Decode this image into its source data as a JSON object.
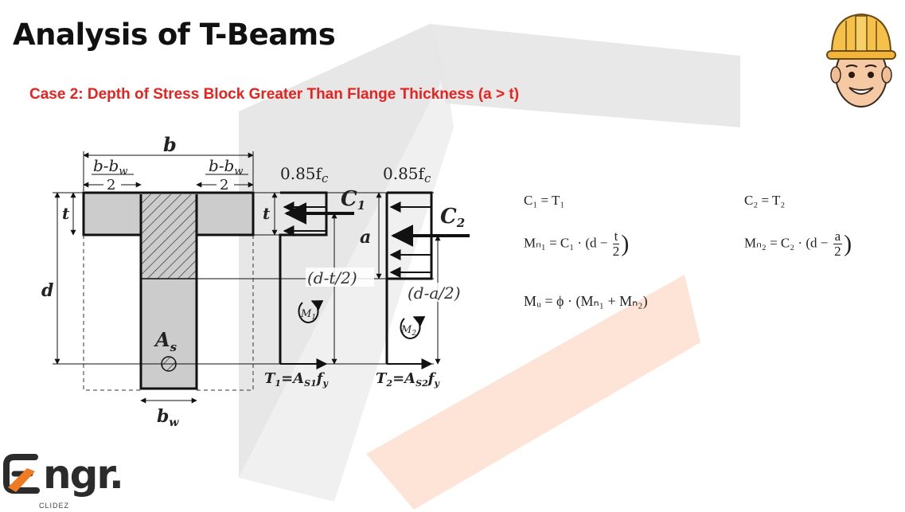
{
  "title": "Analysis of T-Beams",
  "subtitle": "Case 2: Depth of Stress Block Greater Than Flange Thickness (a > t)",
  "diagram": {
    "b": "b",
    "b_minus_bw": "b-b",
    "bw_sub": "w",
    "two": "2",
    "t": "t",
    "d": "d",
    "As": "A",
    "As_sub": "s",
    "bw": "b",
    "fc1": "0.85f",
    "fc2": "0.85f",
    "fc_sub": "c",
    "C1": "C",
    "C1_sub": "1",
    "C2": "C",
    "C2_sub": "2",
    "a": "a",
    "d_t2": "(d-t/2)",
    "d_a2": "(d-a/2)",
    "M1": "M",
    "M1_sub": "1",
    "M2": "M",
    "M2_sub": "2",
    "T1": "T",
    "T1_sub": "1",
    "T1_eq": "=A",
    "T1_As_sub": "S1",
    "T2": "T",
    "T2_sub": "2",
    "T2_eq": "=A",
    "T2_As_sub": "S2",
    "fy": "f",
    "fy_sub": "y"
  },
  "equations": {
    "eq1": "C₁ = T₁",
    "eq2": "C₂ = T₂",
    "eq3_lhs": "Mₙ₁ = C₁ · (d −",
    "eq3_num": "t",
    "eq3_den": "2",
    "eq4_lhs": "Mₙ₂ = C₂ · (d −",
    "eq4_num": "a",
    "eq4_den": "2",
    "close": ")",
    "eq5": "Mᵤ = ϕ · (Mₙ₁ + Mₙ₂)"
  },
  "logo": {
    "text": "ngr.",
    "sub": "CLIDEZ"
  },
  "colors": {
    "accent_red": "#e8231f",
    "watermark_gray": "#e3e3e3",
    "watermark_orange": "#fde6d8",
    "beam_fill": "#cccccc"
  }
}
